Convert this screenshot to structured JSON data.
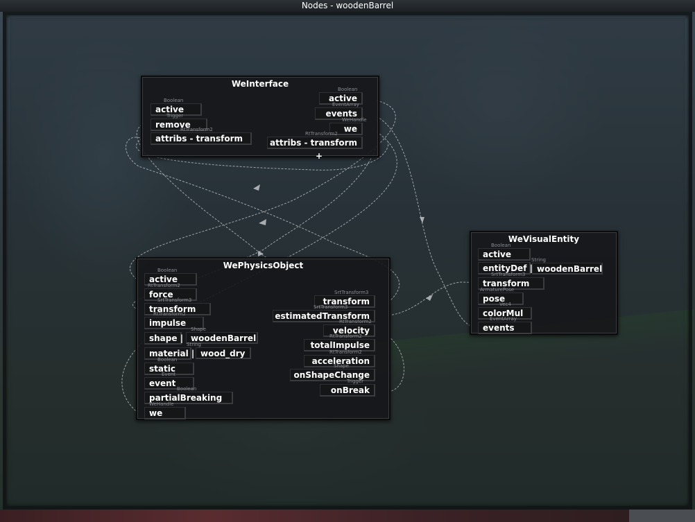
{
  "window": {
    "title": "Nodes - woodenBarrel"
  },
  "nodes": {
    "weinterface": {
      "title": "WeInterface",
      "inputs": [
        {
          "type": "Boolean",
          "label": "active"
        },
        {
          "type": "Trigger",
          "label": "remove"
        },
        {
          "type": "RtTransform2",
          "label": "attribs - transform"
        }
      ],
      "outputs": [
        {
          "type": "Boolean",
          "label": "active"
        },
        {
          "type": "EventArray",
          "label": "events"
        },
        {
          "type": "WeHandle",
          "label": "we"
        },
        {
          "type": "RtTransform2",
          "label": "attribs - transform"
        }
      ],
      "add_label": "+"
    },
    "wephysicsobject": {
      "title": "WePhysicsObject",
      "inputs": [
        {
          "type": "Boolean",
          "label": "active"
        },
        {
          "type": "RtTransform2",
          "label": "force"
        },
        {
          "type": "SrtTransform3",
          "label": "transform"
        },
        {
          "type": "RtTransform2",
          "label": "impulse"
        },
        {
          "type": "Shape",
          "label": "shape |",
          "value": "woodenBarrel"
        },
        {
          "type": "String",
          "label": "material |",
          "value": "wood_dry"
        },
        {
          "type": "Boolean",
          "label": "static"
        },
        {
          "type": "Event",
          "label": "event"
        },
        {
          "type": "Boolean",
          "label": "partialBreaking"
        },
        {
          "type": "WeHandle",
          "label": "we"
        }
      ],
      "outputs": [
        {
          "type": "SrtTransform3",
          "label": "transform"
        },
        {
          "type": "SrtTransform3",
          "label": "estimatedTransform"
        },
        {
          "type": "RtTransform2",
          "label": "velocity"
        },
        {
          "type": "RtTransform2",
          "label": "totalImpulse"
        },
        {
          "type": "RtTransform2",
          "label": "acceleration"
        },
        {
          "type": "Shape",
          "label": "onShapeChange"
        },
        {
          "type": "Trigger",
          "label": "onBreak"
        }
      ]
    },
    "wevisualentity": {
      "title": "WeVisualEntity",
      "inputs": [
        {
          "type": "Boolean",
          "label": "active"
        },
        {
          "type": "String",
          "label": "entityDef |",
          "value": "woodenBarrel"
        },
        {
          "type": "SrtTransform3",
          "label": "transform"
        },
        {
          "type": "ArmaturePose",
          "label": "pose"
        },
        {
          "type": "Vec4",
          "label": "colorMul"
        },
        {
          "type": "EventArray",
          "label": "events"
        }
      ]
    }
  },
  "colors": {
    "wire": "#c8ccd0",
    "node_bg": "#16171a",
    "title_text": "#ffffff"
  }
}
